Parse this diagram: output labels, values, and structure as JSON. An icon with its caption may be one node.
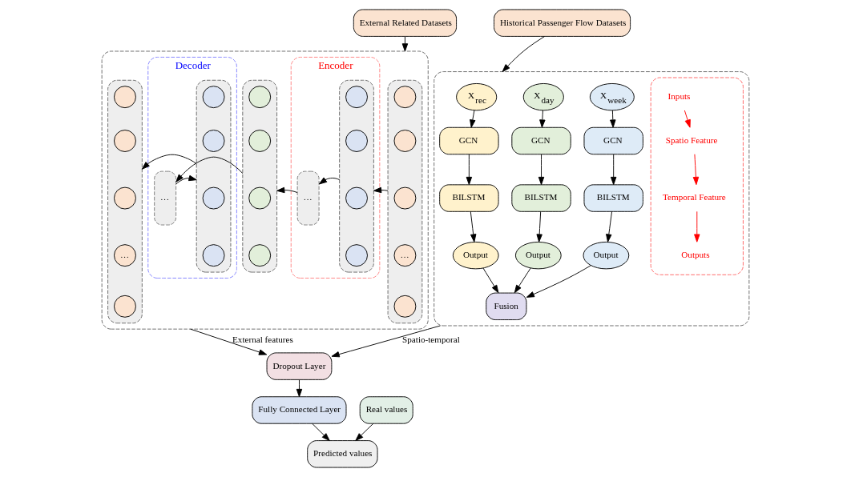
{
  "diagram": {
    "nodes": [
      {
        "text": [
          "External Related Datasets"
        ]
      },
      {
        "text": [],
        "shape": "box"
      },
      {
        "text": [],
        "shape": "box",
        "in": 1
      },
      {
        "text": [],
        "shape": "circle",
        "in": 2
      },
      {
        "text": [],
        "shape": "circle",
        "in": 2
      },
      {
        "text": [],
        "shape": "circle",
        "in": 2
      },
      {
        "text": [
          "…"
        ],
        "in": 2
      },
      {
        "text": [],
        "shape": "circle",
        "in": 2
      },
      {
        "text": [
          "Encoder"
        ],
        "in": 1
      },
      {
        "text": [],
        "shape": "box",
        "in": 8
      },
      {
        "text": [],
        "shape": "circle",
        "in": 9
      },
      {
        "text": [],
        "shape": "circle",
        "in": 9
      },
      {
        "text": [],
        "shape": "circle",
        "in": 9
      },
      {
        "text": [],
        "shape": "circle",
        "in": 9
      },
      {
        "text": [
          "…"
        ],
        "in": 8
      },
      {
        "text": [
          "Decoder"
        ],
        "in": 1
      },
      {
        "text": [],
        "shape": "box",
        "in": 1
      },
      {
        "text": [],
        "shape": "circle",
        "in": 16
      },
      {
        "text": [],
        "shape": "circle",
        "in": 16
      },
      {
        "text": [],
        "shape": "circle",
        "in": 16
      },
      {
        "text": [],
        "shape": "circle",
        "in": 16
      },
      {
        "text": [
          "…"
        ],
        "in": 15
      },
      {
        "text": [],
        "shape": "box",
        "in": 15
      },
      {
        "text": [],
        "shape": "circle",
        "in": 22
      },
      {
        "text": [],
        "shape": "circle",
        "in": 22
      },
      {
        "text": [],
        "shape": "circle",
        "in": 22
      },
      {
        "text": [],
        "shape": "circle",
        "in": 22
      },
      {
        "text": [],
        "shape": "box",
        "in": 1
      },
      {
        "text": [],
        "shape": "circle",
        "in": 27
      },
      {
        "text": [],
        "shape": "circle",
        "in": 27
      },
      {
        "text": [],
        "shape": "circle",
        "in": 27
      },
      {
        "text": [
          "…"
        ],
        "in": 27
      },
      {
        "text": [],
        "shape": "circle",
        "in": 27
      },
      {
        "text": [
          "Historical Passenger Flow Datasets"
        ]
      },
      {
        "text": [],
        "shape": "box"
      },
      {
        "text": [
          "X$_{rec}$"
        ],
        "in": 34
      },
      {
        "text": [
          "X$_{day}$"
        ],
        "in": 34
      },
      {
        "text": [
          "X$_{week}$"
        ],
        "in": 34
      },
      {
        "text": [
          "GCN"
        ],
        "in": 34
      },
      {
        "text": [
          "GCN"
        ],
        "in": 34
      },
      {
        "text": [
          "GCN"
        ],
        "in": 34
      },
      {
        "text": [
          "BILSTM"
        ],
        "in": 34
      },
      {
        "text": [
          "BILSTM"
        ],
        "in": 34
      },
      {
        "text": [
          "BILSTM"
        ],
        "in": 34
      },
      {
        "text": [
          "Output"
        ],
        "in": 34
      },
      {
        "text": [
          "Output"
        ],
        "in": 34
      },
      {
        "text": [
          "Output"
        ],
        "in": 34
      },
      {
        "text": [
          "Fusion"
        ],
        "in": 34
      },
      {
        "text": [],
        "shape": "box",
        "in": 34
      },
      {
        "text": [
          "Inputs"
        ],
        "in": 48
      },
      {
        "text": [
          "Spatio Feature"
        ],
        "in": 48
      },
      {
        "text": [
          "Temporal Feature"
        ],
        "in": 48
      },
      {
        "text": [
          "Outputs"
        ],
        "in": 48
      },
      {
        "text": [
          "Dropout Layer"
        ]
      },
      {
        "text": [
          "Fully Connected Layer"
        ]
      },
      {
        "text": [
          "Predicted values"
        ]
      },
      {
        "text": [
          "Real values"
        ]
      }
    ],
    "edges": [
      {
        "from": 0,
        "to": 1,
        "arrow": "to"
      },
      {
        "from": 2,
        "to": 9,
        "arrow": "to"
      },
      {
        "from": 9,
        "to": 14,
        "arrow": "to"
      },
      {
        "from": 14,
        "to": 16,
        "arrow": "to"
      },
      {
        "from": 16,
        "to": 21,
        "arrow": "to"
      },
      {
        "from": 21,
        "to": 22,
        "arrow": "to"
      },
      {
        "from": 22,
        "to": 27,
        "arrow": "to"
      },
      {
        "from": 33,
        "to": 34,
        "arrow": "to"
      },
      {
        "from": 35,
        "to": 38,
        "arrow": "to"
      },
      {
        "from": 36,
        "to": 39,
        "arrow": "to"
      },
      {
        "from": 37,
        "to": 40,
        "arrow": "to"
      },
      {
        "from": 38,
        "to": 41,
        "arrow": "to"
      },
      {
        "from": 39,
        "to": 42,
        "arrow": "to"
      },
      {
        "from": 40,
        "to": 43,
        "arrow": "to"
      },
      {
        "from": 41,
        "to": 44,
        "arrow": "to"
      },
      {
        "from": 42,
        "to": 45,
        "arrow": "to"
      },
      {
        "from": 43,
        "to": 46,
        "arrow": "to"
      },
      {
        "from": 44,
        "to": 47,
        "arrow": "to"
      },
      {
        "from": 45,
        "to": 47,
        "arrow": "to"
      },
      {
        "from": 46,
        "to": 47,
        "arrow": "to"
      },
      {
        "from": 49,
        "to": 50,
        "arrow": "to",
        "color": "#ff0000"
      },
      {
        "from": 50,
        "to": 51,
        "arrow": "to",
        "color": "#ff0000"
      },
      {
        "from": 51,
        "to": 52,
        "arrow": "to",
        "color": "#ff0000"
      },
      {
        "from": 1,
        "to": 53,
        "arrow": "to",
        "label": "External features"
      },
      {
        "from": 34,
        "to": 53,
        "arrow": "to",
        "label": "Spatio-temporal"
      },
      {
        "from": 53,
        "to": 54,
        "arrow": "to"
      },
      {
        "from": 54,
        "to": 55,
        "arrow": "to"
      },
      {
        "from": 56,
        "to": 55,
        "arrow": "to"
      }
    ]
  }
}
